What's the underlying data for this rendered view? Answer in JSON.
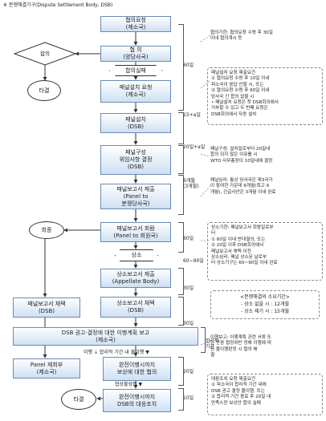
{
  "header": "※ 분쟁해결기구(Dispute Settlement Body, DSB)",
  "nodes": {
    "request": "협의요청\n(제소국)",
    "consult": "협 의\n(양당사국)",
    "agree_oval": "합의",
    "settle_1": "타결",
    "fail_hex": "합의실패",
    "panel_req": "패널설치 요청\n(제소국)",
    "panel_est": "패널설치\n(DSB)",
    "panel_comp": "패널구성\n위임사항 결정\n(DSB)",
    "panel_submit": "패널보고서 제출\n(Panel to\n분쟁당사국)",
    "final_oval": "최종",
    "panel_circ": "패널보고서 회람\n(Panel to 회원국)",
    "appeal_hex": "상소",
    "appellate": "상소보고서 제출\n(Appellate Body)",
    "ab_adopt": "상소보고서 채택\n(DSB)",
    "panel_adopt": "패널보고서 채택\n(DSB)",
    "recommend": "DSB 권고·결정에 대한 이행계획 보고\n(제소국)",
    "panel_review": "Panel 재회부\n(제소국)",
    "compensation": "완전이행시까지\n보상에 대한 협의",
    "retaliation": "완전이행시까지\nDSB의 대응조치",
    "settle_2": "타결"
  },
  "labels": {
    "lbl_reasonable": "이행 ↓ 합리적 기간 내 불이행 ▼",
    "lbl_fail2": "협상불성립 ▼"
  },
  "durations": {
    "d60_1": "60일",
    "d15": "15+a일",
    "d20": "20일+a일",
    "d6m": "6개월\n(3개월)",
    "d60_2": "60일",
    "d60_90": "60~90일",
    "d30": "30일",
    "d30b": "30일",
    "dreasonable": "합리적\n기간",
    "d20b": "20일",
    "d10": "10일"
  },
  "notes": {
    "note1": "협의기한: 협의요청 수령 후 30일\n이내 협의개시 등",
    "note2": "패널설치 요청 제출요건\n① 협의요청 수령 후 10일 이내\n   피소국이 응답 안할 시, 또는\n② 협의요청 수령 후 60일 이내\n   당사국 간 합의 없을 시\n• 패널설치 요청은 첫 DSB회의에서\n  거부할 수 있고 두 번째 요청은\n  DSB회의에서 자동 설치",
    "note3": "패널구성: 설치일로부터 20일내\n합의 되지 않은 이유를 시\nWTO 사무총장이 10일내에 결정",
    "note4": "패널심리: 통상 당사국은 제3국가\n이 참여한 가운데 6개월(최고 9\n개월), 긴급사안은 3개월 이내 완료",
    "note5": "상소기한: 패널보고서 회람일로부\n터\n① 60일 이내 반대결의, 또는\n② 20일 이후 DSB회의에서\n   패널보고서 채택 이전\n상소심리: 패널 상소된 날로부\n터 상소기구는 60~90일 이내 완료",
    "note6": "<분쟁해결의 소요기간>\n- 상소 없을 시 : 12개월\n- 상소 제기 시 : 15개월",
    "note7": "이행보고: 이행계획 관련 서류 또\n는 반응 협정위반 정해 이행에 대\n한 불이행판정 시 협의 해\n결",
    "note8": "대응조치 요청 제출요건\n① 피소국이 합리적 기간 내에\n   DSB 권고 결정 불이행, 또는\n② 합리적 기간 종료 후 20일 내\n   만족스런 보상안 합의 실패"
  },
  "colors": {
    "box_border": "#6a8bb3",
    "box_top": "#fdfeff",
    "box_bottom": "#cfe0f2",
    "line": "#333333"
  }
}
